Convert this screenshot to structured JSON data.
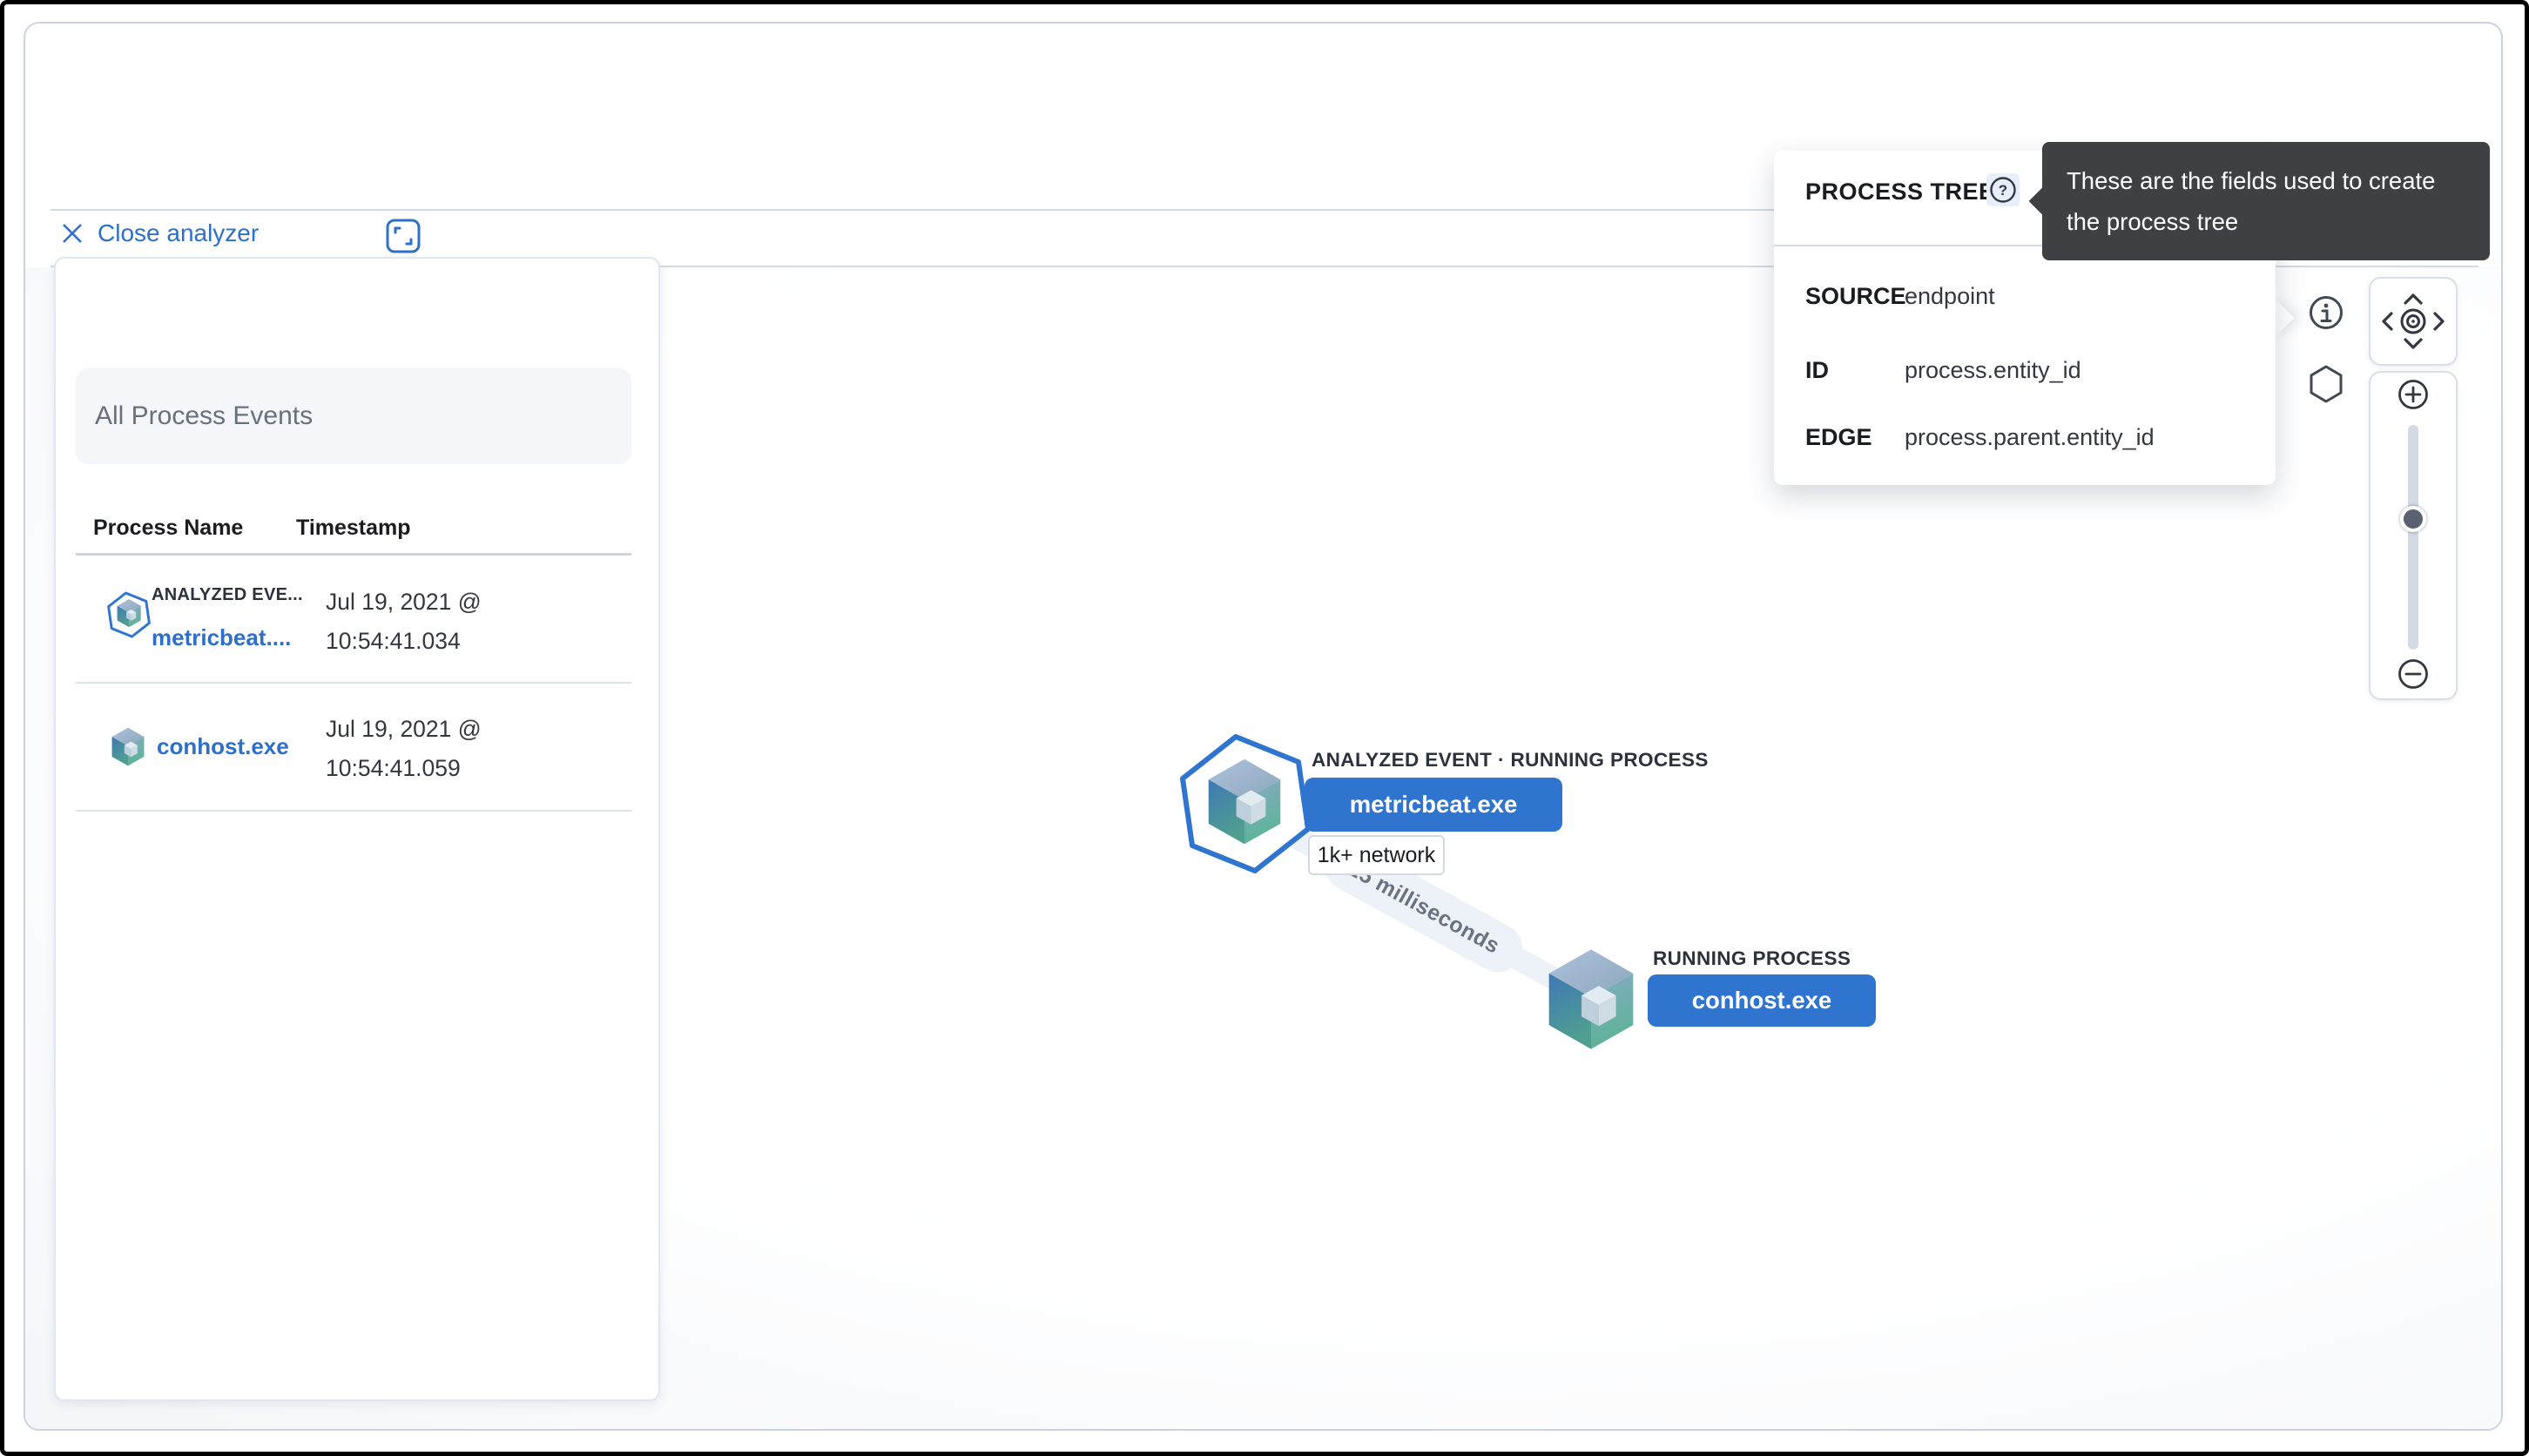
{
  "toolbar": {
    "close_label": "Close analyzer"
  },
  "left_panel": {
    "filter_label": "All Process Events",
    "columns": {
      "name": "Process Name",
      "timestamp": "Timestamp"
    },
    "rows": [
      {
        "badge": "ANALYZED EVE...",
        "name": "metricbeat....",
        "timestamp": "Jul 19, 2021 @ 10:54:41.034"
      },
      {
        "badge": "",
        "name": "conhost.exe",
        "timestamp": "Jul 19, 2021 @ 10:54:41.059"
      }
    ]
  },
  "popover": {
    "title": "PROCESS TREE",
    "rows": [
      {
        "label": "SOURCE",
        "value": "endpoint"
      },
      {
        "label": "ID",
        "value": "process.entity_id"
      },
      {
        "label": "EDGE",
        "value": "process.parent.entity_id"
      }
    ]
  },
  "tooltip": {
    "text": "These are the fields used to create the process tree"
  },
  "graph": {
    "edge_label": "25 milliseconds",
    "nodes": [
      {
        "type_label": "ANALYZED EVENT · RUNNING PROCESS",
        "button_label": "metricbeat.exe",
        "pill_label": "1k+ network",
        "selected": true
      },
      {
        "type_label": "RUNNING PROCESS",
        "button_label": "conhost.exe",
        "selected": false
      }
    ]
  },
  "colors": {
    "primary_button": "#2f75d0",
    "link_blue": "#2e6fc9",
    "tooltip_bg": "#3f4044",
    "edge_band": "#edf1f8",
    "panel_border": "#d3dae6",
    "text_dark": "#1a1c21",
    "text_mid": "#343741",
    "text_gray": "#69707d",
    "select_bg": "#f4f6fa"
  }
}
